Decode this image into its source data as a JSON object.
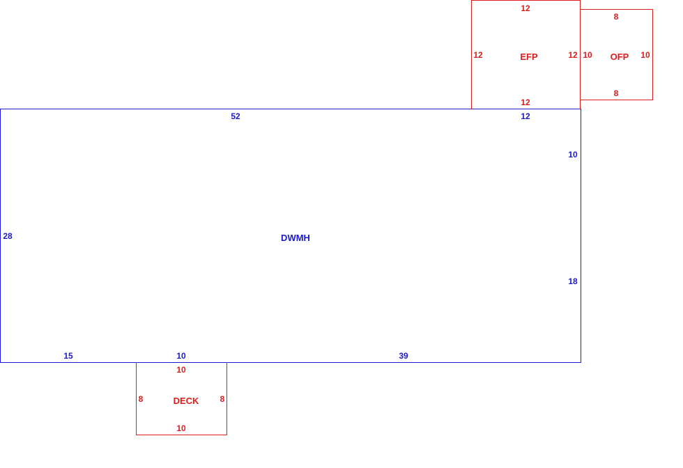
{
  "colors": {
    "main": "#1a1acc",
    "addition": "#dd1c1c",
    "background": "#ffffff"
  },
  "shapes": {
    "dwmh": {
      "name": "DWMH",
      "top": "52",
      "top_right": "12",
      "right_upper": "10",
      "right_lower": "18",
      "left": "28",
      "bottom_left": "15",
      "bottom_mid": "10",
      "bottom_right": "39"
    },
    "efp": {
      "name": "EFP",
      "top": "12",
      "bottom": "12",
      "left": "12",
      "right": "12"
    },
    "ofp": {
      "name": "OFP",
      "top": "8",
      "bottom": "8",
      "left": "10",
      "right": "10"
    },
    "deck": {
      "name": "DECK",
      "top": "10",
      "bottom": "10",
      "left": "8",
      "right": "8"
    }
  }
}
